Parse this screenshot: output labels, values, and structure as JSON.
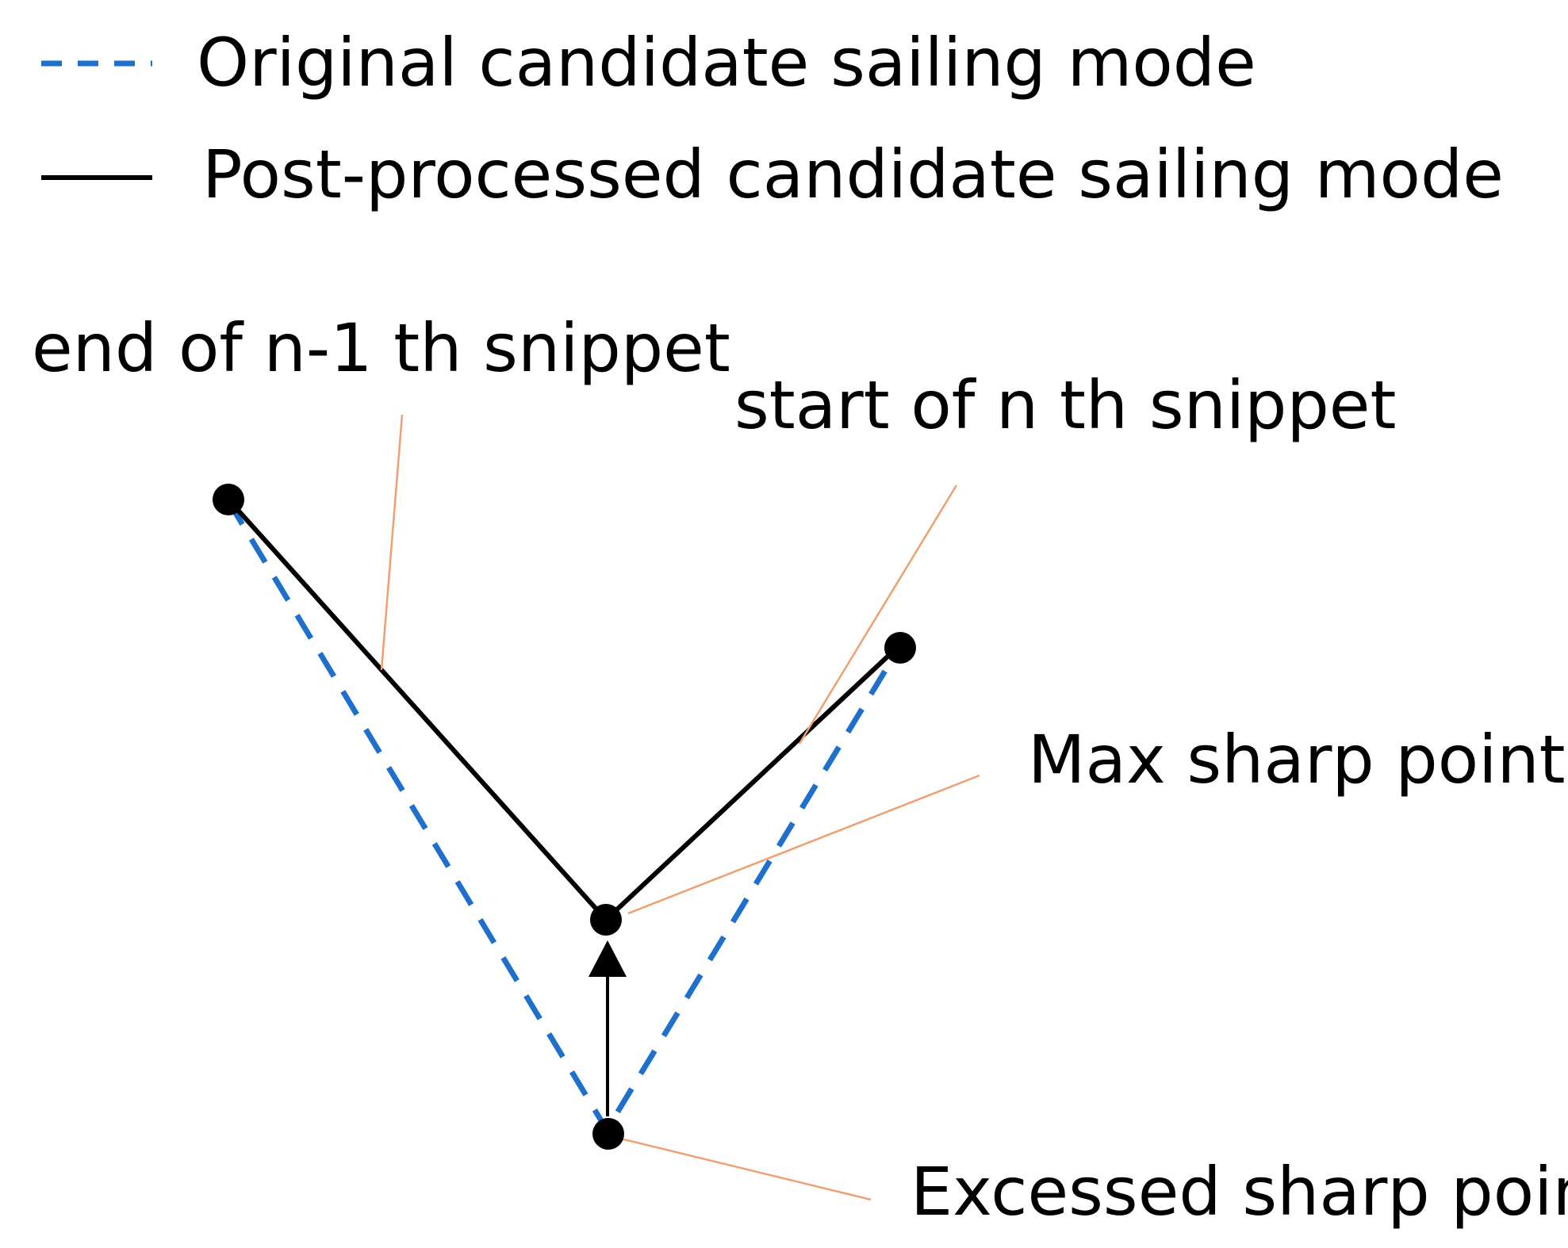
{
  "legend": {
    "original_label": "Original candidate sailing mode",
    "postprocessed_label": "Post-processed candidate sailing mode"
  },
  "labels": {
    "end_prev_snippet": "end of n-1 th snippet",
    "start_n_snippet": "start of n th snippet",
    "max_sharp_point": "Max sharp point",
    "excessed_sharp_point": "Excessed sharp point"
  },
  "colors": {
    "original_line": "#1f6fcc",
    "postprocessed_line": "#000000",
    "leader_line": "#f0a070",
    "point": "#000000"
  }
}
